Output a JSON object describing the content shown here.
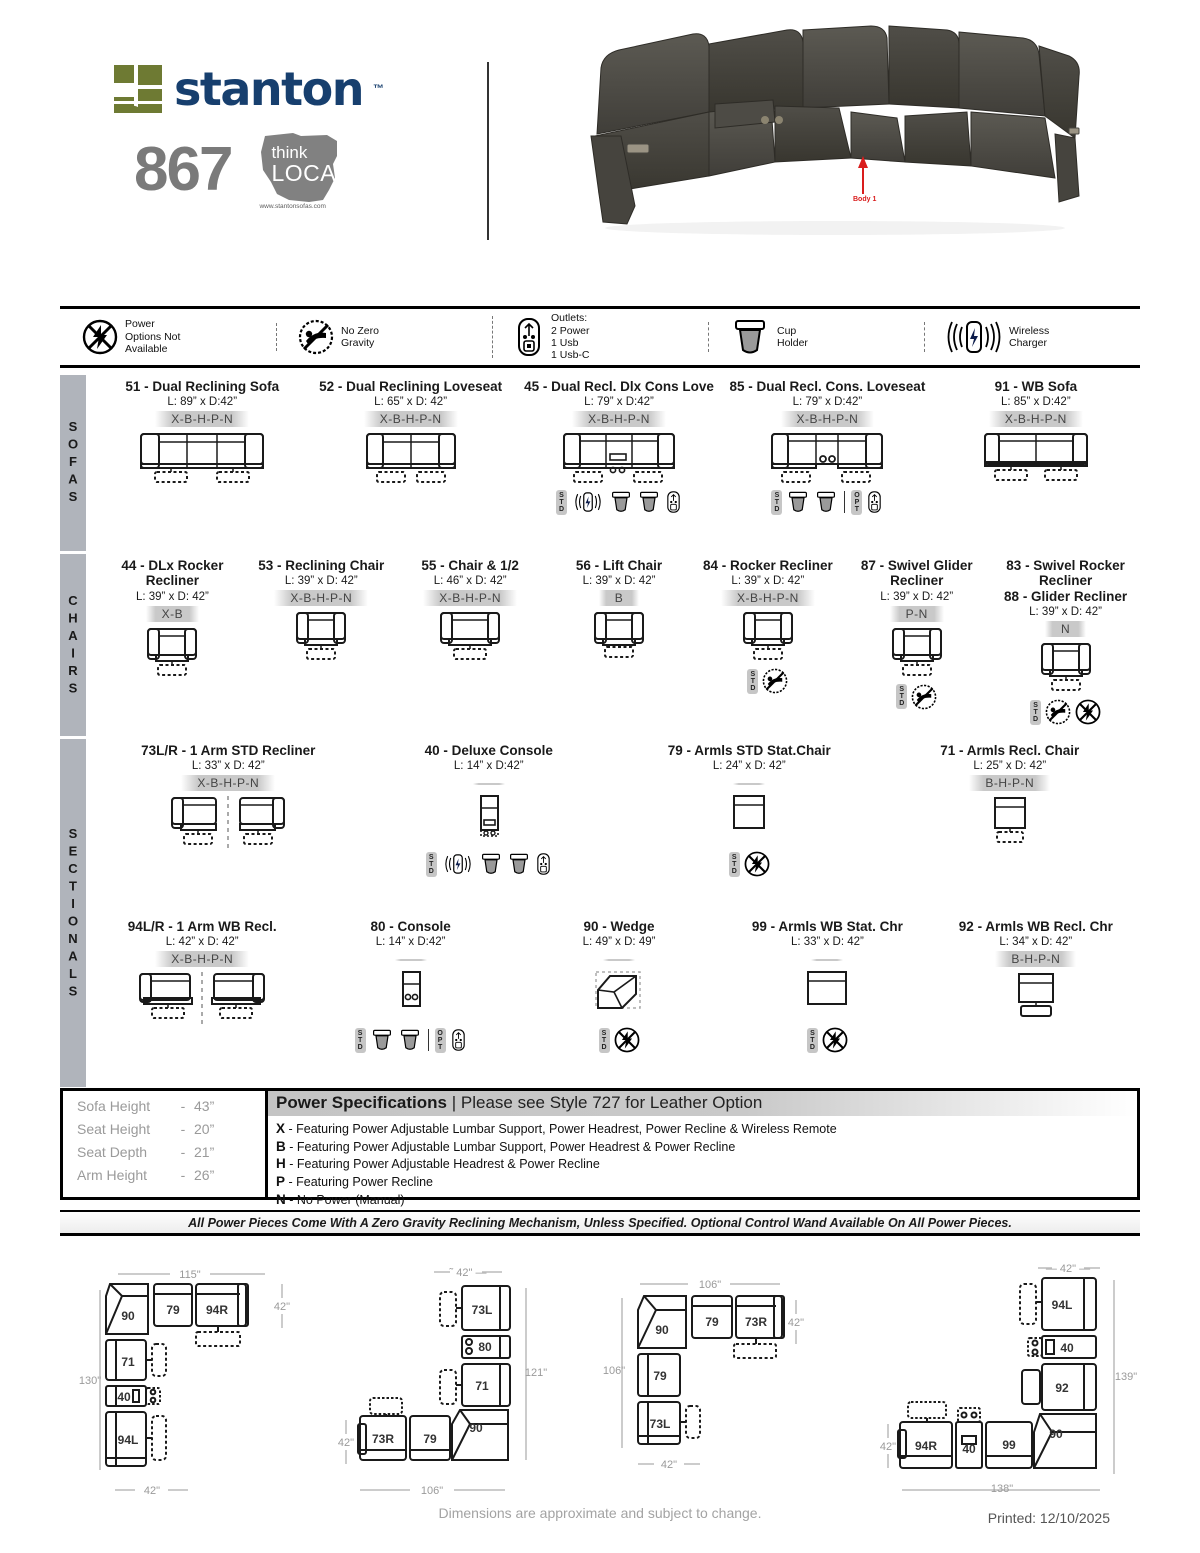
{
  "brand": {
    "name": "stanton",
    "tm": "™",
    "style_number": "867",
    "badge_line1": "think",
    "badge_line2": "LOCAL",
    "badge_url": "www.stantonsofas.com"
  },
  "hero": {
    "caption": "Body 1"
  },
  "legend": [
    {
      "icon": "power-not-available-icon",
      "lines": [
        "Power",
        "Options Not",
        "Available"
      ]
    },
    {
      "icon": "no-zero-gravity-icon",
      "lines": [
        "No Zero",
        "Gravity"
      ]
    },
    {
      "icon": "outlets-icon",
      "lines": [
        "Outlets:",
        "2 Power",
        "1 Usb",
        "1 Usb-C"
      ]
    },
    {
      "icon": "cup-holder-icon",
      "lines": [
        "Cup",
        "Holder"
      ]
    },
    {
      "icon": "wireless-charger-icon",
      "lines": [
        "Wireless",
        "Charger"
      ]
    }
  ],
  "bands": [
    {
      "label": "SOFAS",
      "rows": [
        [
          {
            "title": "51 - Dual Reclining Sofa",
            "dims": "L: 89” x D:42”",
            "codes": "X-B-H-P-N",
            "art": "sofa3",
            "icons": []
          },
          {
            "title": "52 - Dual Reclining Loveseat",
            "dims": "L: 65” x D: 42”",
            "codes": "X-B-H-P-N",
            "art": "love2",
            "icons": []
          },
          {
            "title": "45 - Dual Recl. Dlx Cons Love",
            "dims": "L: 79” x D:42”",
            "codes": "X-B-H-P-N",
            "art": "consolelove-dlx",
            "icons": [
              "STD",
              "wireless-charger-icon",
              "cup-holder-icon",
              "cup-holder-icon",
              "outlets-icon"
            ]
          },
          {
            "title": "85 - Dual Recl. Cons. Loveseat",
            "dims": "L: 79” x D:42”",
            "codes": "X-B-H-P-N",
            "art": "consolelove",
            "icons": [
              "STD",
              "cup-holder-icon",
              "cup-holder-icon",
              "divider",
              "OPT",
              "outlets-icon"
            ]
          },
          {
            "title": "91 - WB Sofa",
            "dims": "L: 85” x D:42”",
            "codes": "X-B-H-P-N",
            "art": "wbsofa",
            "icons": []
          }
        ]
      ]
    },
    {
      "label": "CHAIRS",
      "rows": [
        [
          {
            "title": "44 - DLx Rocker Recliner",
            "dims": "L: 39” x D: 42”",
            "codes": "X-B",
            "art": "chair",
            "icons": []
          },
          {
            "title": "53 - Reclining Chair",
            "dims": "L: 39” x D: 42”",
            "codes": "X-B-H-P-N",
            "art": "chair",
            "icons": []
          },
          {
            "title": "55 - Chair & 1/2",
            "dims": "L: 46” x D: 42”",
            "codes": "X-B-H-P-N",
            "art": "chairwide",
            "icons": []
          },
          {
            "title": "56 - Lift Chair",
            "dims": "L: 39” x D: 42”",
            "codes": "B",
            "art": "chair",
            "icons": []
          },
          {
            "title": "84 - Rocker Recliner",
            "dims": "L: 39” x D: 42”",
            "codes": "X-B-H-P-N",
            "art": "chair",
            "icons": [
              "STD",
              "no-zero-gravity-icon"
            ]
          },
          {
            "title": "87 - Swivel Glider Recliner",
            "dims": "L: 39” x D: 42”",
            "codes": "P-N",
            "art": "chair",
            "icons": [
              "STD",
              "no-zero-gravity-icon"
            ]
          },
          {
            "title": "83 - Swivel Rocker Recliner\n88 - Glider Recliner",
            "dims": "L: 39” x D: 42”",
            "codes": "N",
            "art": "chair",
            "icons": [
              "STD",
              "no-zero-gravity-icon",
              "power-not-available-icon"
            ]
          }
        ]
      ]
    },
    {
      "label": "SECTIONALS",
      "rows": [
        [
          {
            "title": "73L/R - 1 Arm STD Recliner",
            "dims": "L: 33” x D: 42”",
            "codes": "X-B-H-P-N",
            "art": "pair-1arm",
            "icons": []
          },
          {
            "title": "40 - Deluxe Console",
            "dims": "L: 14” x D:42”",
            "codes": "",
            "art": "console-dlx",
            "icons": [
              "STD",
              "wireless-charger-icon",
              "cup-holder-icon",
              "cup-holder-icon",
              "outlets-icon"
            ]
          },
          {
            "title": "79 - Armls STD Stat.Chair",
            "dims": "L: 24” x D: 42”",
            "codes": "",
            "art": "armless",
            "icons": [
              "STD",
              "power-not-available-icon"
            ]
          },
          {
            "title": "71 - Armls Recl. Chair",
            "dims": "L: 25” x D: 42”",
            "codes": "B-H-P-N",
            "art": "armless-recl",
            "icons": []
          }
        ],
        [
          {
            "title": "94L/R - 1 Arm WB Recl.",
            "dims": "L: 42” x D: 42”",
            "codes": "X-B-H-P-N",
            "art": "pair-1arm-wb",
            "icons": []
          },
          {
            "title": "80 - Console",
            "dims": "L: 14” x D:42”",
            "codes": "",
            "art": "console",
            "icons": [
              "STD",
              "cup-holder-icon",
              "cup-holder-icon",
              "divider",
              "OPT",
              "outlets-icon"
            ]
          },
          {
            "title": "90 - Wedge",
            "dims": "L: 49” x D: 49”",
            "codes": "",
            "art": "wedge",
            "icons": [
              "STD",
              "power-not-available-icon"
            ]
          },
          {
            "title": "99 - Armls WB Stat. Chr",
            "dims": "L: 33” x D: 42”",
            "codes": "",
            "art": "armless-wb",
            "icons": [
              "STD",
              "power-not-available-icon"
            ]
          },
          {
            "title": "92 - Armls WB Recl. Chr",
            "dims": "L: 34” x D: 42”",
            "codes": "B-H-P-N",
            "art": "armless-wb-recl",
            "icons": []
          }
        ]
      ]
    }
  ],
  "measurements": [
    {
      "name": "Sofa Height",
      "dash": "-",
      "value": "43”"
    },
    {
      "name": "Seat Height",
      "dash": "-",
      "value": "20”"
    },
    {
      "name": "Seat Depth",
      "dash": "-",
      "value": "21”"
    },
    {
      "name": "Arm Height",
      "dash": "-",
      "value": "26”"
    }
  ],
  "power_specs": {
    "title": "Power Specifications",
    "subtitle": "| Please see Style 727 for Leather Option",
    "items": [
      {
        "key": "X",
        "text": "- Featuring Power Adjustable Lumbar Support, Power Headrest, Power Recline & Wireless Remote"
      },
      {
        "key": "B",
        "text": "- Featuring Power Adjustable Lumbar Support, Power Headrest &  Power Recline"
      },
      {
        "key": "H",
        "text": "- Featuring Power Adjustable Headrest & Power Recline"
      },
      {
        "key": "P",
        "text": "- Featuring Power Recline"
      },
      {
        "key": "N",
        "text": "- No Power (Manual)"
      }
    ]
  },
  "footnote": "All Power Pieces Come With A Zero Gravity Reclining Mechanism, Unless Specified. Optional Control Wand Available On All Power Pieces.",
  "configs": [
    {
      "name": "config-1",
      "pieces": [
        "90",
        "79",
        "94R",
        "71",
        "40",
        "94L"
      ],
      "dims": {
        "top": "115”",
        "left": "130”",
        "right": "42”",
        "bottom": "— 42” —"
      }
    },
    {
      "name": "config-2",
      "pieces": [
        "73L",
        "80",
        "71",
        "73R",
        "79",
        "90"
      ],
      "dims": {
        "top": "˜ 42” —",
        "left": "42”",
        "right": "121”",
        "bottom": "106”"
      }
    },
    {
      "name": "config-3",
      "pieces": [
        "90",
        "79",
        "73R",
        "79",
        "73L"
      ],
      "dims": {
        "top": "106”",
        "left": "106”",
        "right": "42”",
        "bottom": "— 42” —"
      }
    },
    {
      "name": "config-4",
      "pieces": [
        "94L",
        "40",
        "92",
        "94R",
        "40",
        "99",
        "90"
      ],
      "dims": {
        "top": "— 42” —",
        "left": "42”",
        "right": "139”",
        "bottom": "138”"
      }
    }
  ],
  "footer": {
    "approx_note": "Dimensions are approximate and subject to change.",
    "printed": "Printed: 12/10/2025"
  },
  "colors": {
    "brand_blue": "#173f6e",
    "brand_green": "#6e7a33",
    "band_gray": "#b0b4bb",
    "code_gray": "#c9c9c9",
    "accent_red": "#d91d1d"
  }
}
